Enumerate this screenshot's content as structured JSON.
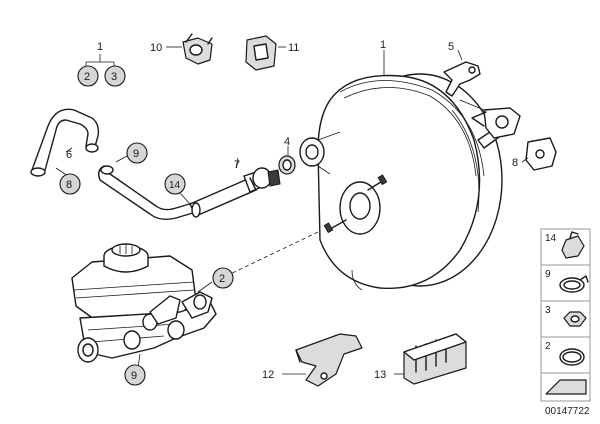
{
  "callouts": {
    "c1a": "1",
    "c2": "2",
    "c3": "3",
    "c10": "10",
    "c11": "11",
    "c1": "1",
    "c5": "5",
    "c6": "6",
    "c8a": "8",
    "c9a": "9",
    "c14": "14",
    "c7": "7",
    "c4": "4",
    "c8b": "8",
    "c2b": "2",
    "c9b": "9",
    "c12": "12",
    "c13": "13"
  },
  "legend": {
    "items": [
      "14",
      "9",
      "3",
      "2"
    ]
  },
  "reference_number": "00147722"
}
